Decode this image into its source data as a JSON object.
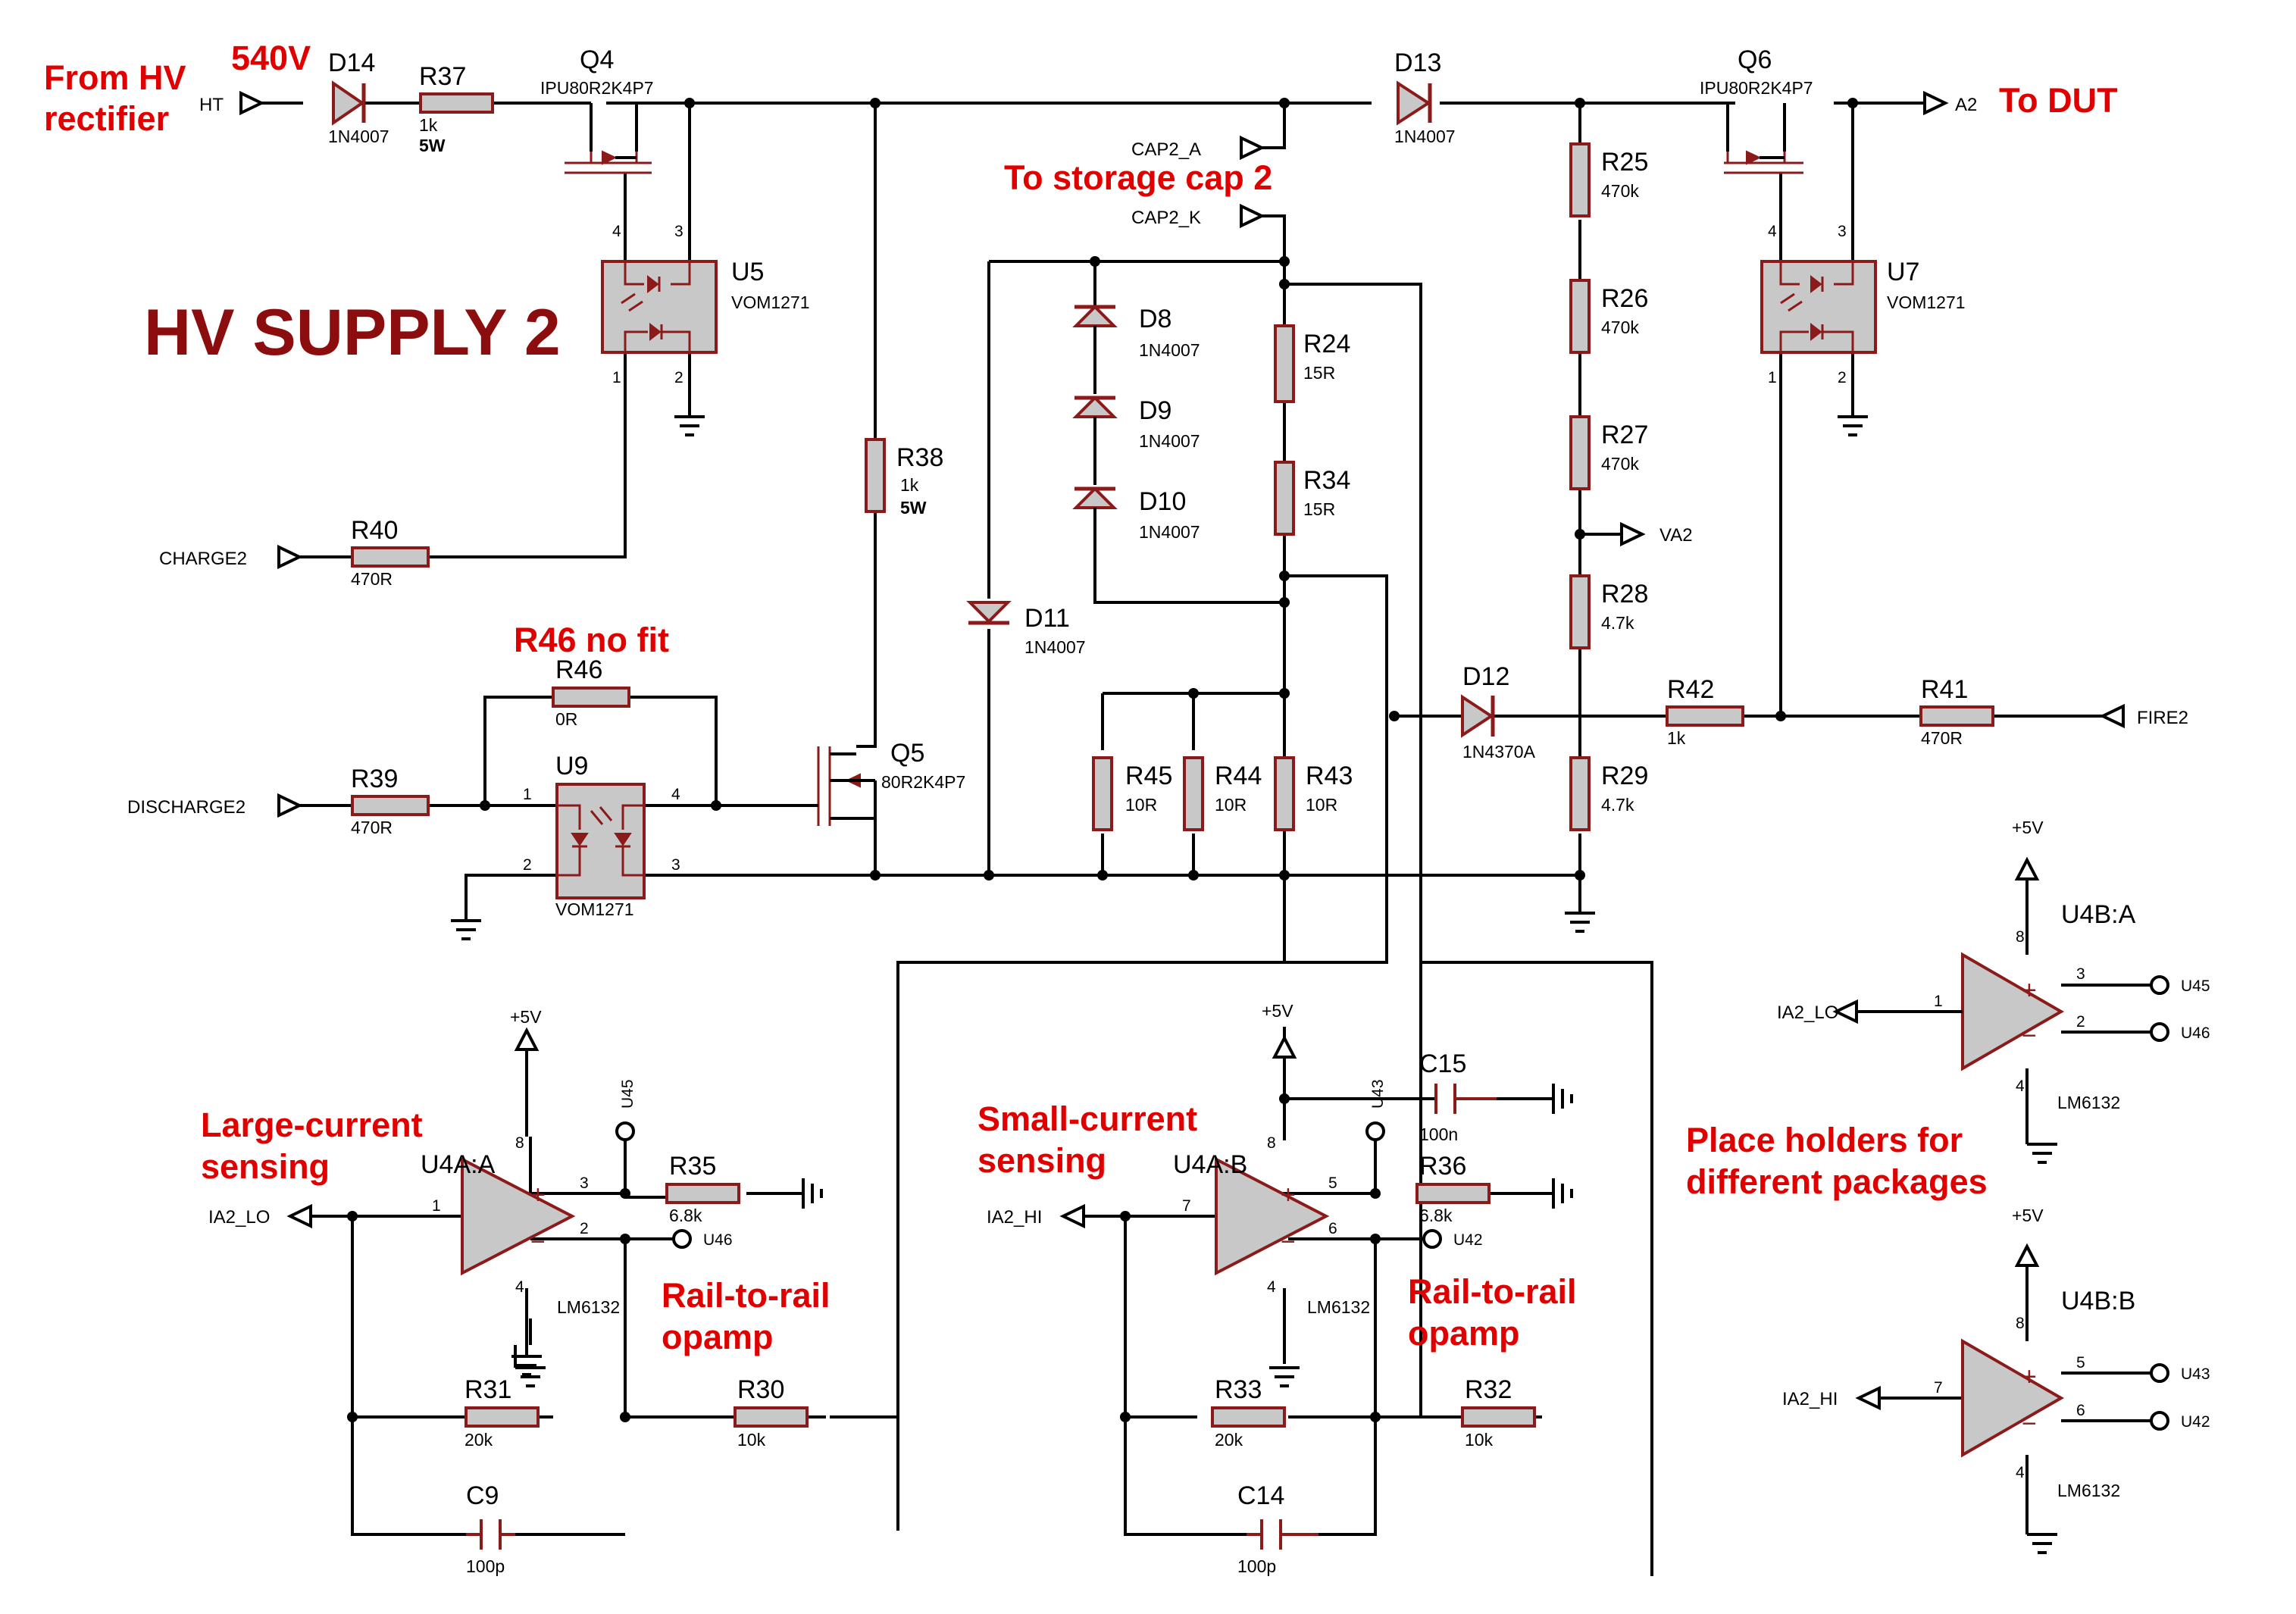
{
  "title": "HV SUPPLY 2",
  "annotations": {
    "from_hv": [
      "From HV",
      "rectifier"
    ],
    "v540": "540V",
    "to_dut": "To DUT",
    "to_cap2": "To storage cap 2",
    "r46_nofit": "R46 no fit",
    "large_current": [
      "Large-current",
      "sensing"
    ],
    "small_current": [
      "Small-current",
      "sensing"
    ],
    "rail_to_rail": [
      "Rail-to-rail",
      "opamp"
    ],
    "placeholders": [
      "Place holders for",
      "different packages"
    ]
  },
  "ports": {
    "ht": "HT",
    "a2": "A2",
    "cap2_a": "CAP2_A",
    "cap2_k": "CAP2_K",
    "charge2": "CHARGE2",
    "discharge2": "DISCHARGE2",
    "va2": "VA2",
    "fire2": "FIRE2",
    "ia2_lo": "IA2_LO",
    "ia2_hi": "IA2_HI"
  },
  "supply": "+5V",
  "components": {
    "D14": {
      "ref": "D14",
      "value": "1N4007"
    },
    "R37": {
      "ref": "R37",
      "value": "1k",
      "rating": "5W"
    },
    "Q4": {
      "ref": "Q4",
      "value": "IPU80R2K4P7"
    },
    "U5": {
      "ref": "U5",
      "value": "VOM1271"
    },
    "D13": {
      "ref": "D13",
      "value": "1N4007"
    },
    "Q6": {
      "ref": "Q6",
      "value": "IPU80R2K4P7"
    },
    "U7": {
      "ref": "U7",
      "value": "VOM1271"
    },
    "R25": {
      "ref": "R25",
      "value": "470k"
    },
    "R26": {
      "ref": "R26",
      "value": "470k"
    },
    "R27": {
      "ref": "R27",
      "value": "470k"
    },
    "R28": {
      "ref": "R28",
      "value": "4.7k"
    },
    "R29": {
      "ref": "R29",
      "value": "4.7k"
    },
    "D8": {
      "ref": "D8",
      "value": "1N4007"
    },
    "D9": {
      "ref": "D9",
      "value": "1N4007"
    },
    "D10": {
      "ref": "D10",
      "value": "1N4007"
    },
    "D11": {
      "ref": "D11",
      "value": "1N4007"
    },
    "R24": {
      "ref": "R24",
      "value": "15R"
    },
    "R34": {
      "ref": "R34",
      "value": "15R"
    },
    "R38": {
      "ref": "R38",
      "value": "1k",
      "rating": "5W"
    },
    "R40": {
      "ref": "R40",
      "value": "470R"
    },
    "R46": {
      "ref": "R46",
      "value": "0R"
    },
    "R39": {
      "ref": "R39",
      "value": "470R"
    },
    "U9": {
      "ref": "U9",
      "value": "VOM1271"
    },
    "Q5": {
      "ref": "Q5",
      "value": "80R2K4P7"
    },
    "R45": {
      "ref": "R45",
      "value": "10R"
    },
    "R44": {
      "ref": "R44",
      "value": "10R"
    },
    "R43": {
      "ref": "R43",
      "value": "10R"
    },
    "D12": {
      "ref": "D12",
      "value": "1N4370A"
    },
    "R42": {
      "ref": "R42",
      "value": "1k"
    },
    "R41": {
      "ref": "R41",
      "value": "470R"
    },
    "U4A_A": {
      "ref": "U4A:A",
      "value": "LM6132"
    },
    "R35": {
      "ref": "R35",
      "value": "6.8k"
    },
    "R31": {
      "ref": "R31",
      "value": "20k"
    },
    "R30": {
      "ref": "R30",
      "value": "10k"
    },
    "C9": {
      "ref": "C9",
      "value": "100p"
    },
    "U4A_B": {
      "ref": "U4A:B",
      "value": "LM6132"
    },
    "C15": {
      "ref": "C15",
      "value": "100n"
    },
    "R36": {
      "ref": "R36",
      "value": "6.8k"
    },
    "R33": {
      "ref": "R33",
      "value": "20k"
    },
    "R32": {
      "ref": "R32",
      "value": "10k"
    },
    "C14": {
      "ref": "C14",
      "value": "100p"
    },
    "U4B_A": {
      "ref": "U4B:A",
      "value": "LM6132"
    },
    "U4B_B": {
      "ref": "U4B:B",
      "value": "LM6132"
    }
  },
  "nets": {
    "u45": "U45",
    "u46": "U46",
    "u43": "U43",
    "u42": "U42"
  },
  "pins": {
    "p1": "1",
    "p2": "2",
    "p3": "3",
    "p4": "4",
    "p5": "5",
    "p6": "6",
    "p7": "7",
    "p8": "8"
  },
  "colors": {
    "component_outline": "#8b1a1a",
    "component_fill": "#c8c8c8",
    "annotation": "#e00000",
    "title": "#8b0d0d"
  }
}
